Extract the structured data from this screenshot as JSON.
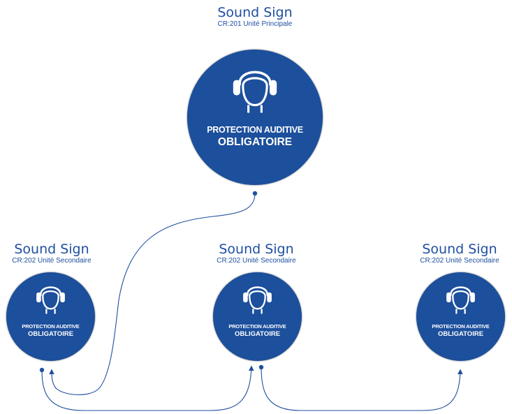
{
  "brand_name": "Sound Sign",
  "units": [
    {
      "role": "main",
      "subtitle": "CR:201 Unité Principale",
      "sign_line1": "PROTECTION AUDITIVE",
      "sign_line2": "OBLIGATOIRE"
    },
    {
      "role": "secondary",
      "subtitle": "CR:202 Unité Secondaire",
      "sign_line1": "PROTECTION AUDITIVE",
      "sign_line2": "OBLIGATOIRE"
    },
    {
      "role": "secondary",
      "subtitle": "CR:202 Unité Secondaire",
      "sign_line1": "PROTECTION AUDITIVE",
      "sign_line2": "OBLIGATOIRE"
    },
    {
      "role": "secondary",
      "subtitle": "CR:202 Unité Secondaire",
      "sign_line1": "PROTECTION AUDITIVE",
      "sign_line2": "OBLIGATOIRE"
    }
  ],
  "colors": {
    "disc": "#1c4f9c",
    "brand_text": "#1f4fa0",
    "connector": "#1f4fa0",
    "sign_text": "#ffffff",
    "logo_dots": [
      "#e63a2e",
      "#f5a623",
      "#3aa53a",
      "#2a7de1"
    ]
  },
  "icons": {
    "sign_pictogram": "ear-protection-headphones-icon",
    "connector_start": "dot",
    "connector_end": "arrowhead"
  }
}
